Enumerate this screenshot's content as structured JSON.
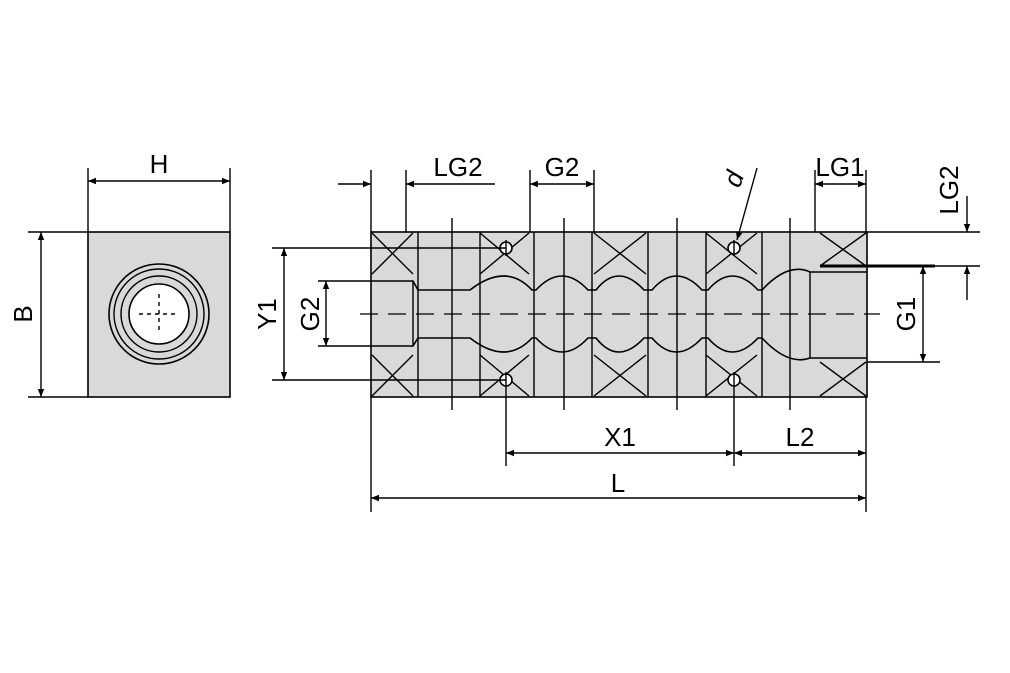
{
  "colors": {
    "part_fill": "#d9d9d9",
    "line": "#000000",
    "background": "#ffffff"
  },
  "labels": {
    "H": "H",
    "B": "B",
    "Y1": "Y1",
    "G2_vertical": "G2",
    "LG2_top": "LG2",
    "G2_top": "G2",
    "d": "d",
    "LG1": "LG1",
    "LG2_right": "LG2",
    "G1": "G1",
    "X1": "X1",
    "L2": "L2",
    "L": "L"
  }
}
